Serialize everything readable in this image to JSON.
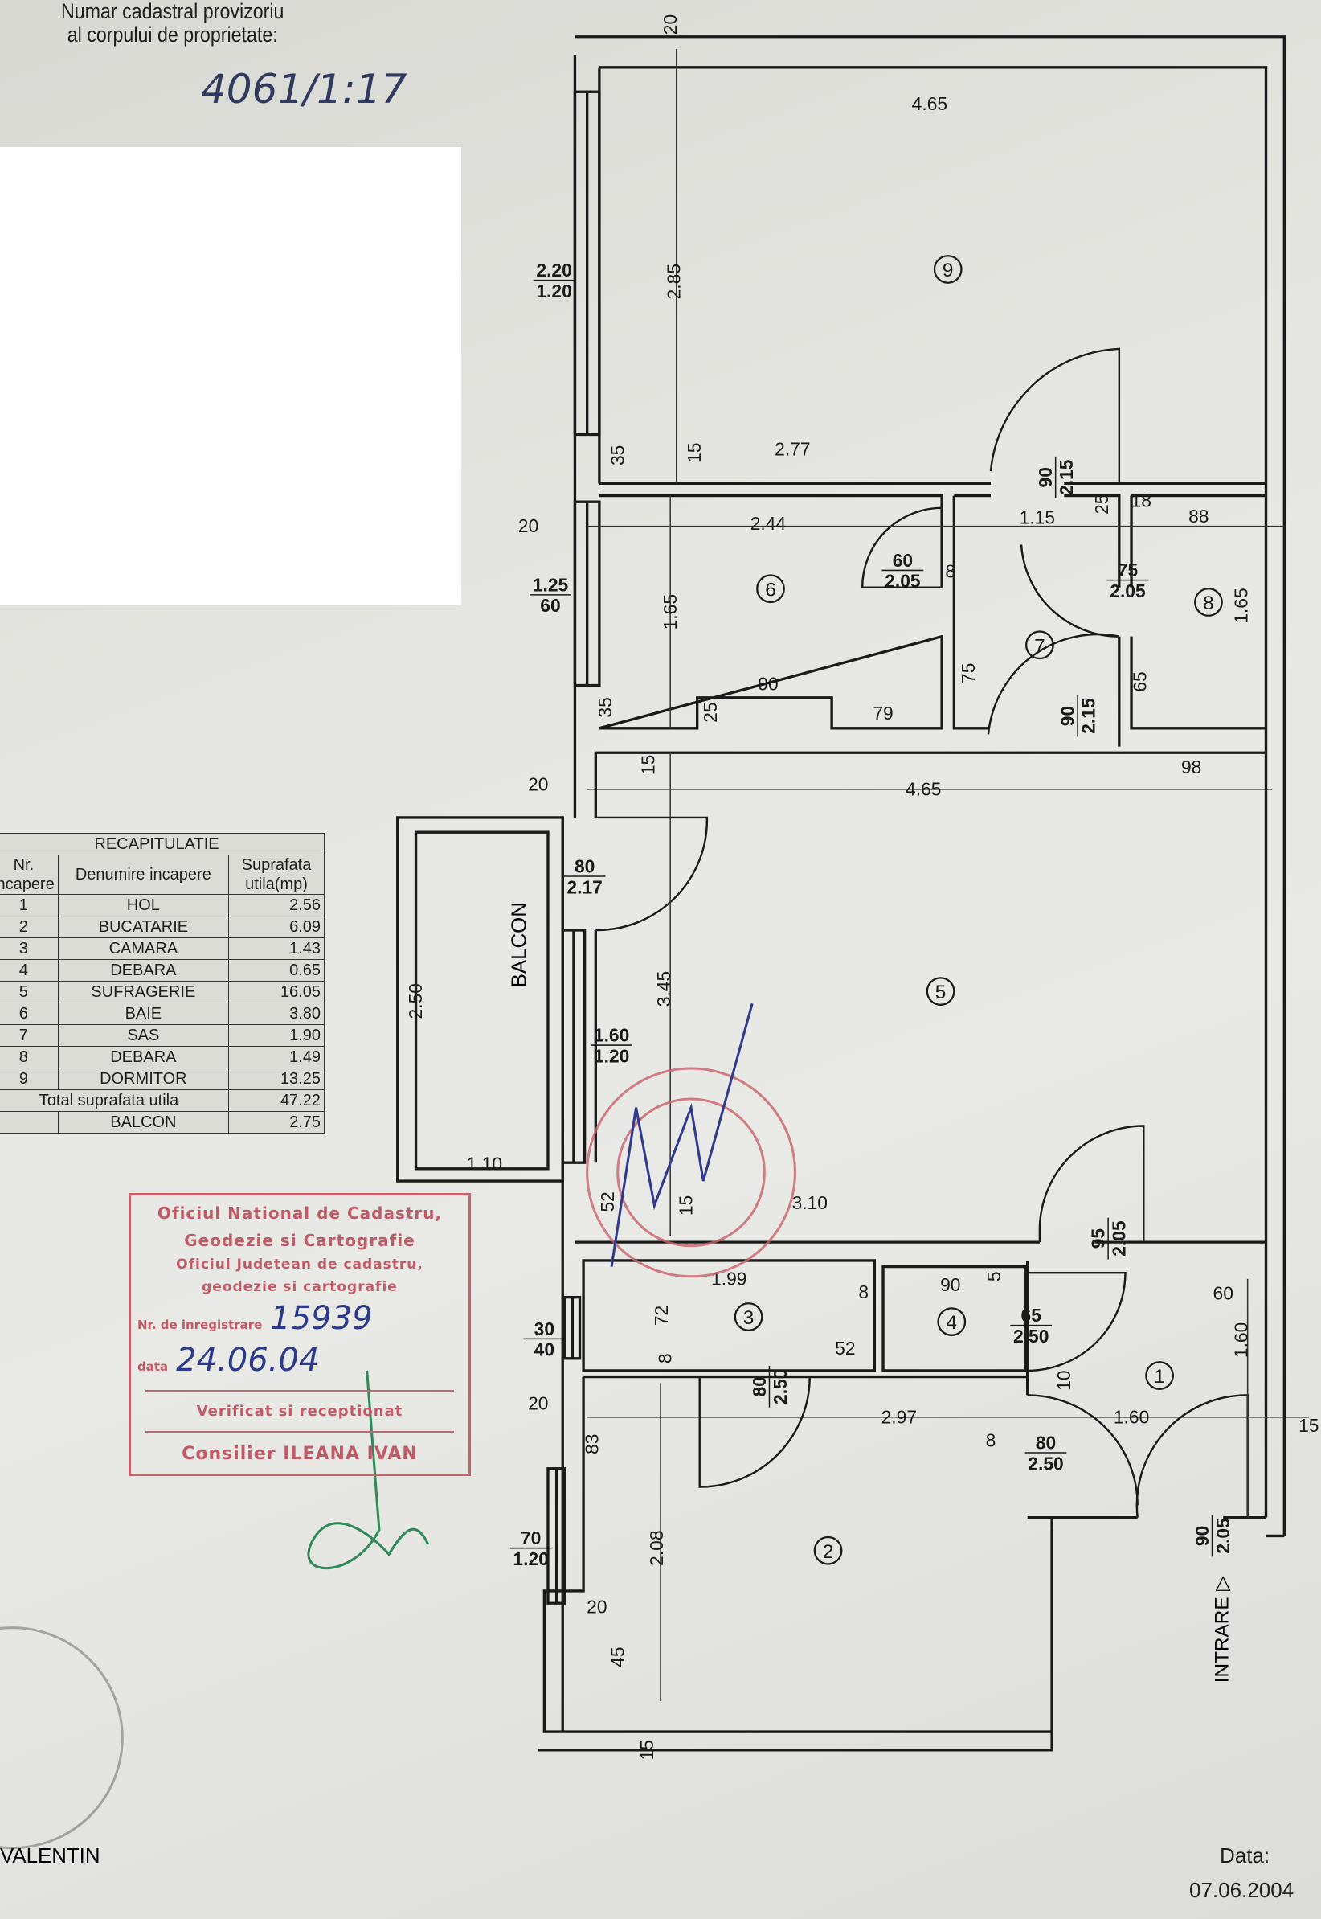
{
  "header": {
    "label_line1": "Numar cadastral provizoriu",
    "label_line2": "al corpului de proprietate:",
    "cadastral_number": "4061/1:17"
  },
  "recap": {
    "title": "RECAPITULATIE",
    "headers": [
      "Nr. incapere",
      "Denumire incapere",
      "Suprafata utila(mp)"
    ],
    "rows": [
      {
        "nr": "1",
        "name": "HOL",
        "area": "2.56"
      },
      {
        "nr": "2",
        "name": "BUCATARIE",
        "area": "6.09"
      },
      {
        "nr": "3",
        "name": "CAMARA",
        "area": "1.43"
      },
      {
        "nr": "4",
        "name": "DEBARA",
        "area": "0.65"
      },
      {
        "nr": "5",
        "name": "SUFRAGERIE",
        "area": "16.05"
      },
      {
        "nr": "6",
        "name": "BAIE",
        "area": "3.80"
      },
      {
        "nr": "7",
        "name": "SAS",
        "area": "1.90"
      },
      {
        "nr": "8",
        "name": "DEBARA",
        "area": "1.49"
      },
      {
        "nr": "9",
        "name": "DORMITOR",
        "area": "13.25"
      }
    ],
    "total_label": "Total suprafata utila",
    "total_value": "47.22",
    "balcony_label": "BALCON",
    "balcony_value": "2.75"
  },
  "stamp": {
    "line1": "Oficiul National de Cadastru,",
    "line2": "Geodezie si Cartografie",
    "line3": "Oficiul Judetean de cadastru,",
    "line4": "geodezie si cartografie",
    "reg_label": "Nr. de inregistrare",
    "reg_number": "15939",
    "date_label": "data",
    "date_value": "24.06.04",
    "verified": "Verificat si receptionat",
    "signer": "Consilier ILEANA IVAN",
    "color": "#c9616a"
  },
  "plan": {
    "rooms": [
      "1",
      "2",
      "3",
      "4",
      "5",
      "6",
      "7",
      "8",
      "9"
    ],
    "balcony_label": "BALCON",
    "entrance_label": "INTRARE",
    "dims": [
      "20",
      "4.65",
      "2.85",
      "35",
      "15",
      "2.77",
      "20",
      "2.44",
      "1.15",
      "25",
      "18",
      "88",
      "8",
      "1.65",
      "1.65",
      "75",
      "90",
      "35",
      "25",
      "79",
      "65",
      "20",
      "15",
      "4.65",
      "98",
      "2.50",
      "3.45",
      "1.10",
      "3.10",
      "52",
      "15",
      "1.99",
      "90",
      "5",
      "8",
      "60",
      "72",
      "52",
      "8",
      "1.60",
      "10",
      "20",
      "2.97",
      "1.60",
      "15",
      "8",
      "83",
      "2.08",
      "20",
      "45",
      "15"
    ],
    "fractions": [
      {
        "top": "2.20",
        "bottom": "1.20"
      },
      {
        "top": "90",
        "bottom": "2.15"
      },
      {
        "top": "60",
        "bottom": "2.05"
      },
      {
        "top": "1.25",
        "bottom": "60"
      },
      {
        "top": "75",
        "bottom": "2.05"
      },
      {
        "top": "90",
        "bottom": "2.15"
      },
      {
        "top": "80",
        "bottom": "2.17"
      },
      {
        "top": "1.60",
        "bottom": "1.20"
      },
      {
        "top": "95",
        "bottom": "2.05"
      },
      {
        "top": "30",
        "bottom": "40"
      },
      {
        "top": "65",
        "bottom": "2.50"
      },
      {
        "top": "80",
        "bottom": "2.50"
      },
      {
        "top": "80",
        "bottom": "2.50"
      },
      {
        "top": "70",
        "bottom": "1.20"
      },
      {
        "top": "90",
        "bottom": "2.05"
      }
    ]
  },
  "seal": {
    "name": "VALENTIN"
  },
  "footer": {
    "date_label": "Data:",
    "date_value": "07.06.2004"
  }
}
